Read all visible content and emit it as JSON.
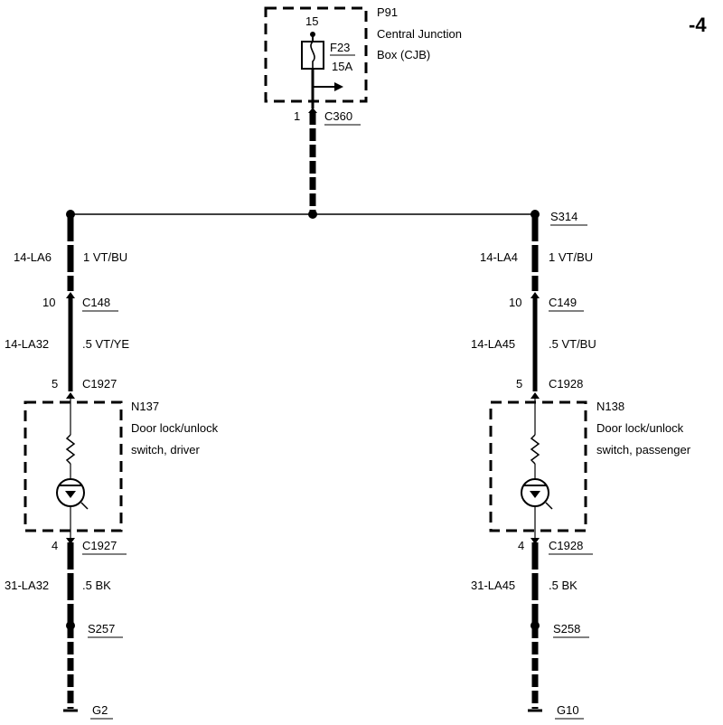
{
  "page_marker": "-4",
  "cjb": {
    "id": "P91",
    "name_line1": "Central Junction",
    "name_line2": "Box (CJB)",
    "terminal": "15",
    "fuse": "F23",
    "rating": "15A",
    "pin": "1",
    "connector": "C360"
  },
  "left": {
    "circuit_upper": "14-LA6",
    "wire_upper": "1 VT/BU",
    "pin_a": "10",
    "conn_a": "C148",
    "circuit_mid": "14-LA32",
    "wire_mid": ".5 VT/YE",
    "pin_in": "5",
    "conn_in": "C1927",
    "comp_id": "N137",
    "comp_line1": "Door lock/unlock",
    "comp_line2": "switch, driver",
    "pin_out": "4",
    "conn_out": "C1927",
    "circuit_lower": "31-LA32",
    "wire_lower": ".5 BK",
    "splice": "S257",
    "ground": "G2"
  },
  "right": {
    "splice_top": "S314",
    "circuit_upper": "14-LA4",
    "wire_upper": "1 VT/BU",
    "pin_a": "10",
    "conn_a": "C149",
    "circuit_mid": "14-LA45",
    "wire_mid": ".5 VT/BU",
    "pin_in": "5",
    "conn_in": "C1928",
    "comp_id": "N138",
    "comp_line1": "Door lock/unlock",
    "comp_line2": "switch, passenger",
    "pin_out": "4",
    "conn_out": "C1928",
    "circuit_lower": "31-LA45",
    "wire_lower": ".5 BK",
    "splice": "S258",
    "ground": "G10"
  }
}
